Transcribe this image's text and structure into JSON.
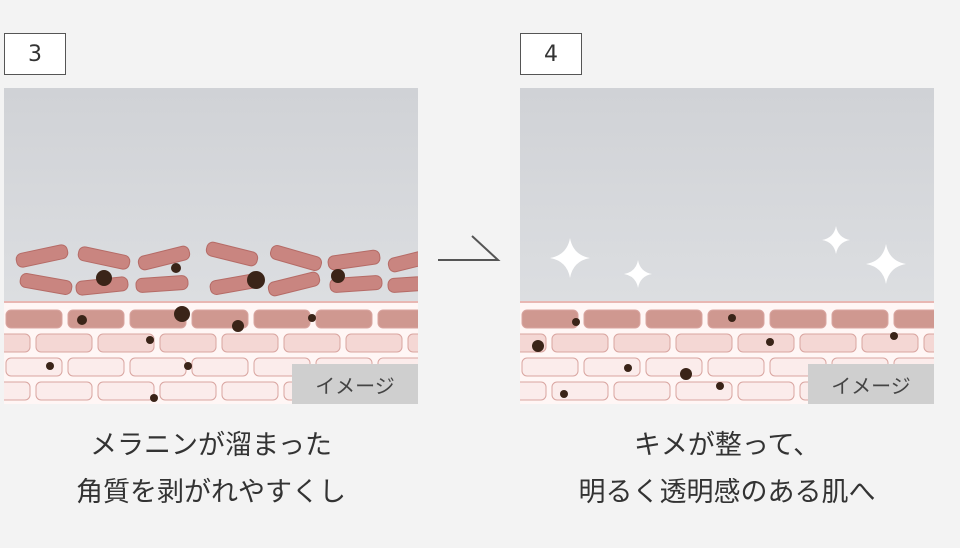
{
  "steps": [
    {
      "number": "3",
      "badge": "イメージ",
      "caption_line1": "メラニンが溜まった",
      "caption_line2": "角質を剥がれやすくし"
    },
    {
      "number": "4",
      "badge": "イメージ",
      "caption_line1": "キメが整って、",
      "caption_line2": "明るく透明感のある肌へ"
    }
  ],
  "colors": {
    "sky": "#d2d4d8",
    "flake": "#c98580",
    "brick_dark": "#cf9890",
    "brick_light": "#f4d7d4",
    "brick_pale": "#fbeceb",
    "melanin": "#3a2418",
    "sparkle": "#ffffff"
  }
}
